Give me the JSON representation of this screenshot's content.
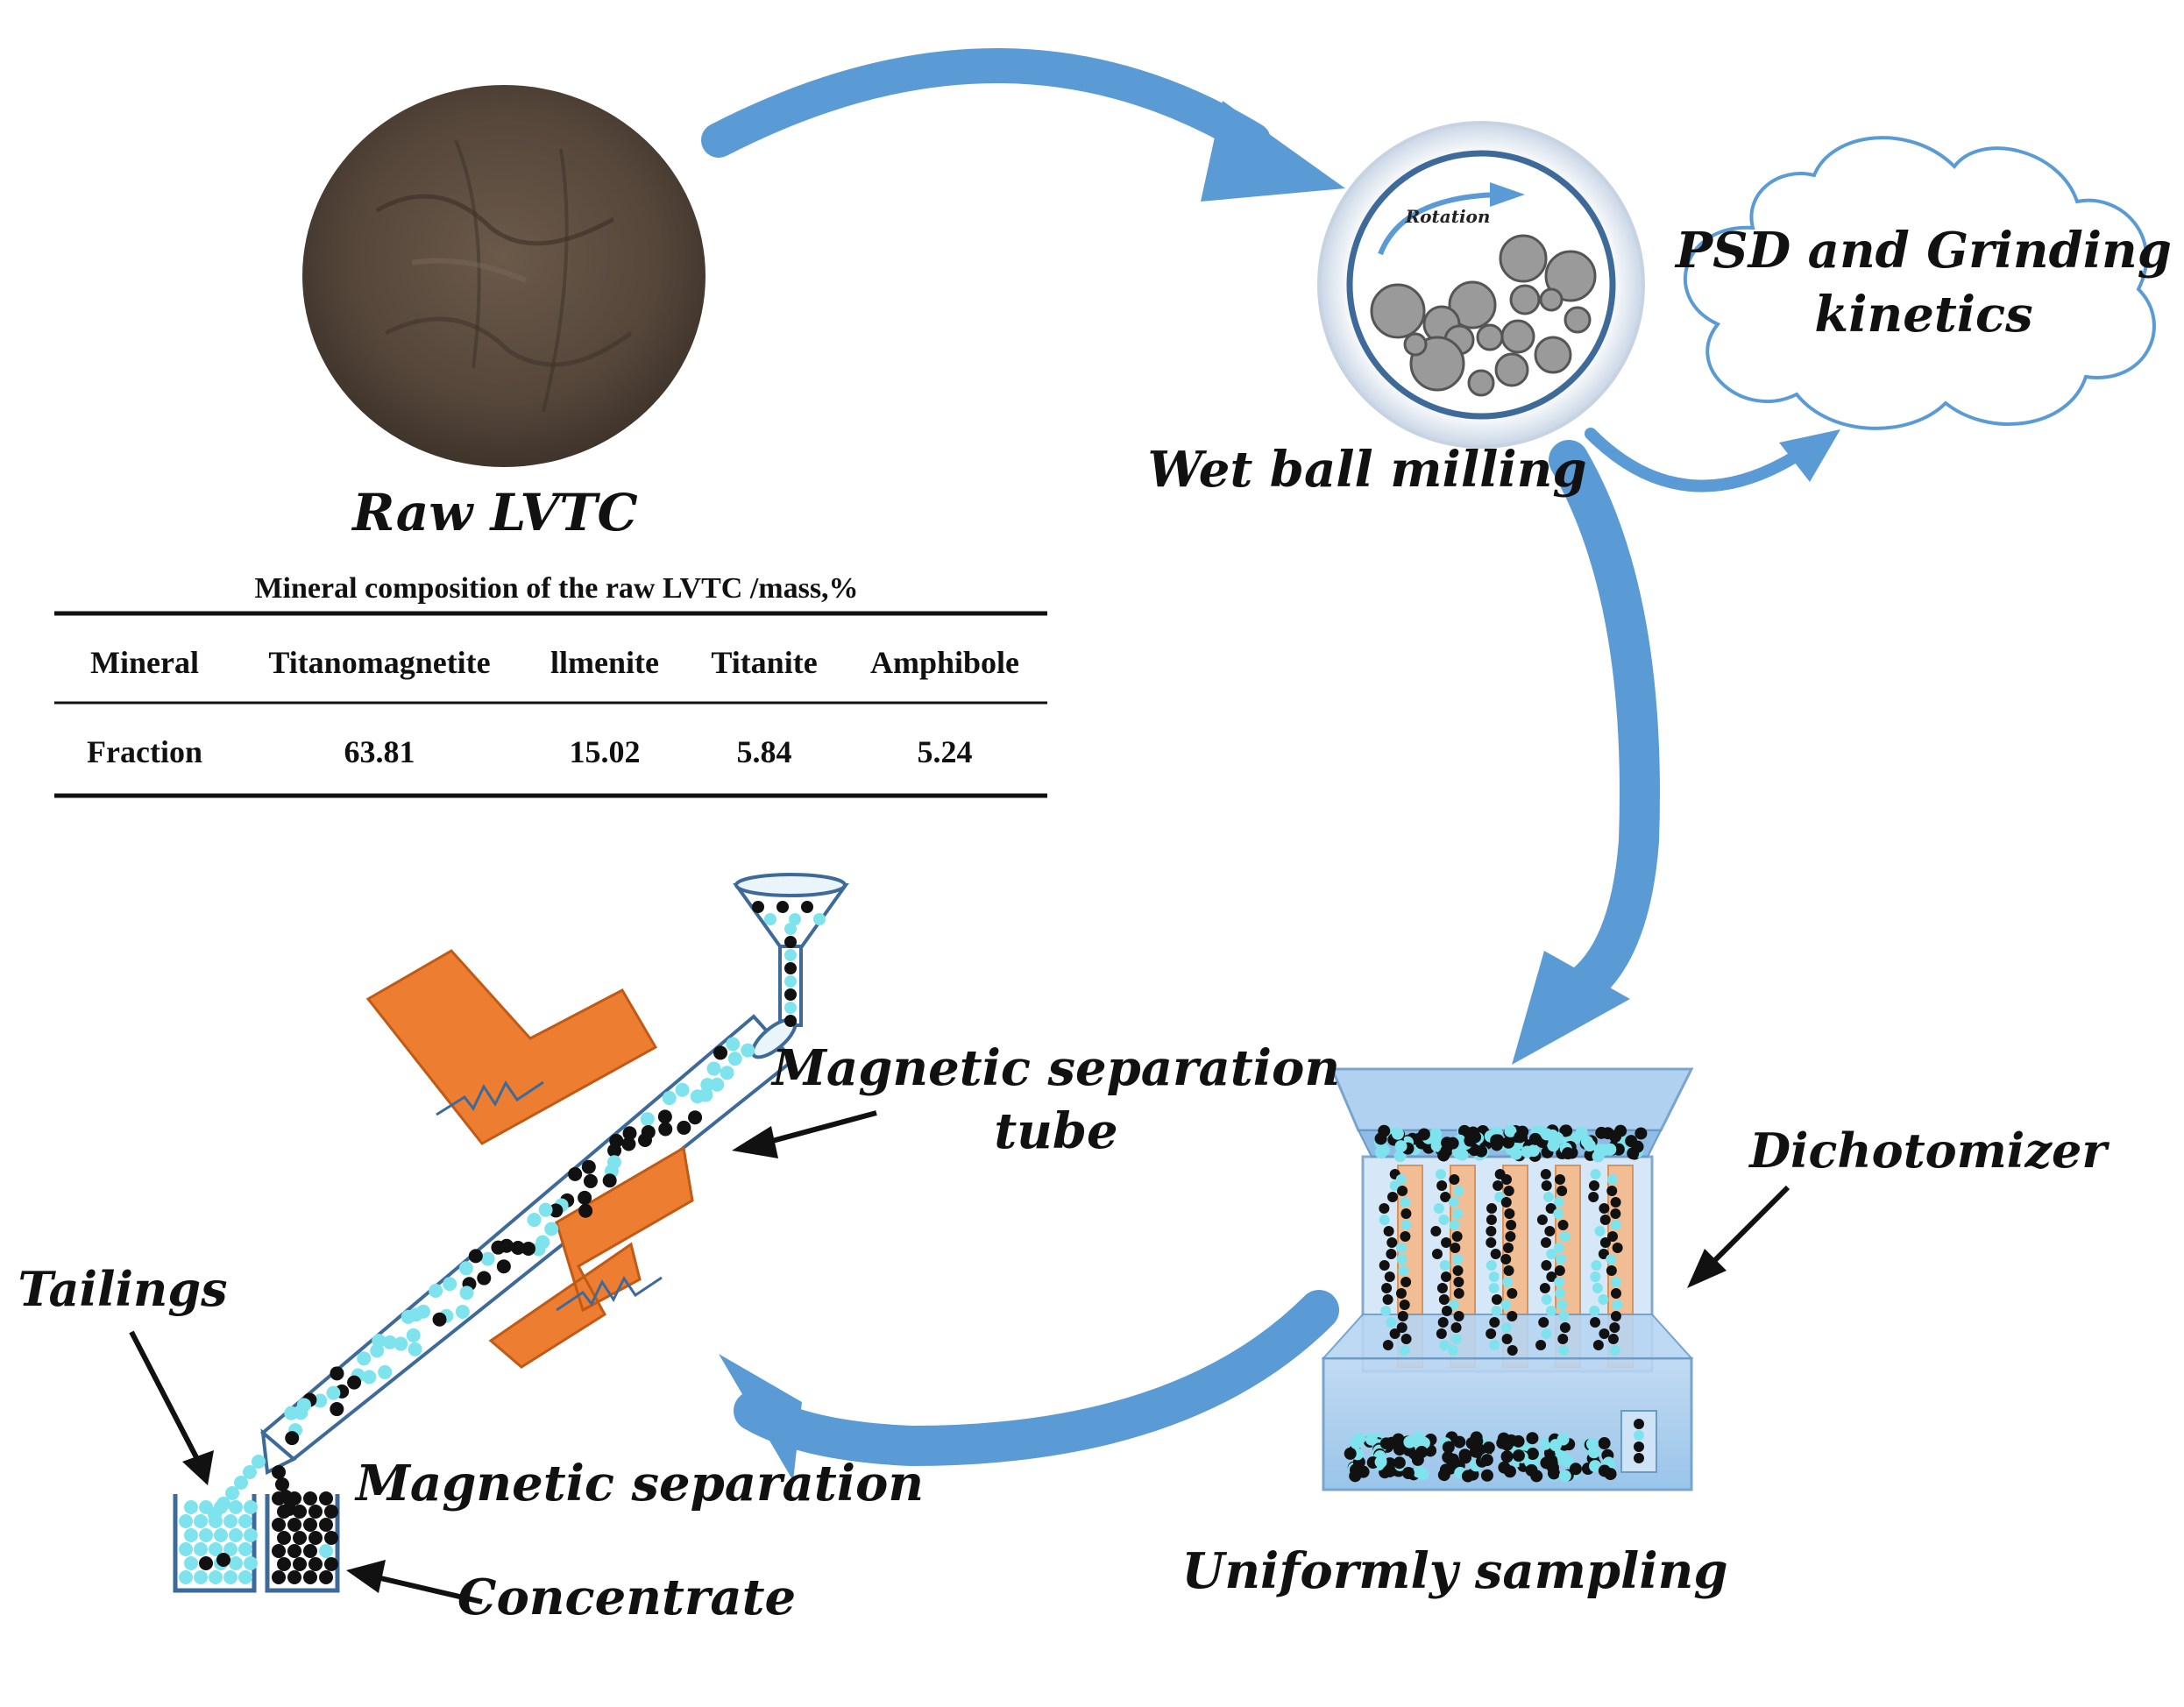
{
  "labels": {
    "raw": "Raw LVTC",
    "wet_ball_milling": "Wet ball milling",
    "rotation": "Rotation",
    "psd_line1": "PSD and Grinding",
    "psd_line2": "kinetics",
    "tube_line1": "Magnetic separation",
    "tube_line2": "tube",
    "dichotomizer": "Dichotomizer",
    "tailings": "Tailings",
    "magnetic_separation": "Magnetic separation",
    "concentrate": "Concentrate",
    "uniformly_sampling": "Uniformly sampling"
  },
  "table": {
    "caption": "Mineral composition of the raw LVTC /mass,%",
    "header": [
      "Mineral",
      "Titanomagnetite",
      "llmenite",
      "Titanite",
      "Amphibole"
    ],
    "row": [
      "Fraction",
      "63.81",
      "15.02",
      "5.84",
      "5.24"
    ]
  },
  "colors": {
    "arrow_blue": "#5b9bd5",
    "cloud_stroke": "#5b9bd5",
    "magnet_orange": "#ed7d31",
    "concentrate_black": "#111111",
    "tailings_cyan": "#7fe3ee",
    "powder_brown": "#5a4a3c",
    "ball_gray": "#9a9a9a"
  }
}
